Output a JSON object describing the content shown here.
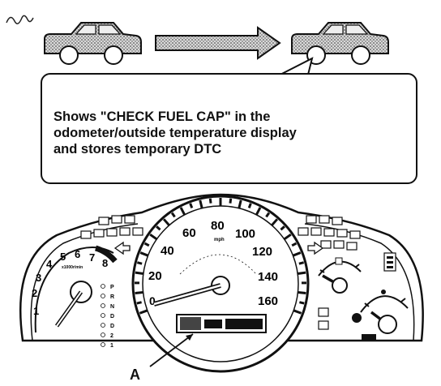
{
  "callout": {
    "lines": [
      "Shows \"CHECK FUEL CAP\" in the",
      "odometer/outside temperature display",
      "and stores temporary DTC"
    ]
  },
  "labels": {
    "a": "A"
  },
  "speedometer": {
    "outer_ticks": [
      "20",
      "40",
      "60",
      "80",
      "100",
      "120",
      "140",
      "160"
    ],
    "zero": "0",
    "unit": "mph"
  },
  "tachometer": {
    "ticks": [
      "1",
      "2",
      "3",
      "4",
      "5",
      "6",
      "7",
      "8"
    ],
    "unit": "x1000r/min"
  },
  "gear_indicator": [
    "P",
    "R",
    "N",
    "D",
    "D",
    "2",
    "1"
  ]
}
